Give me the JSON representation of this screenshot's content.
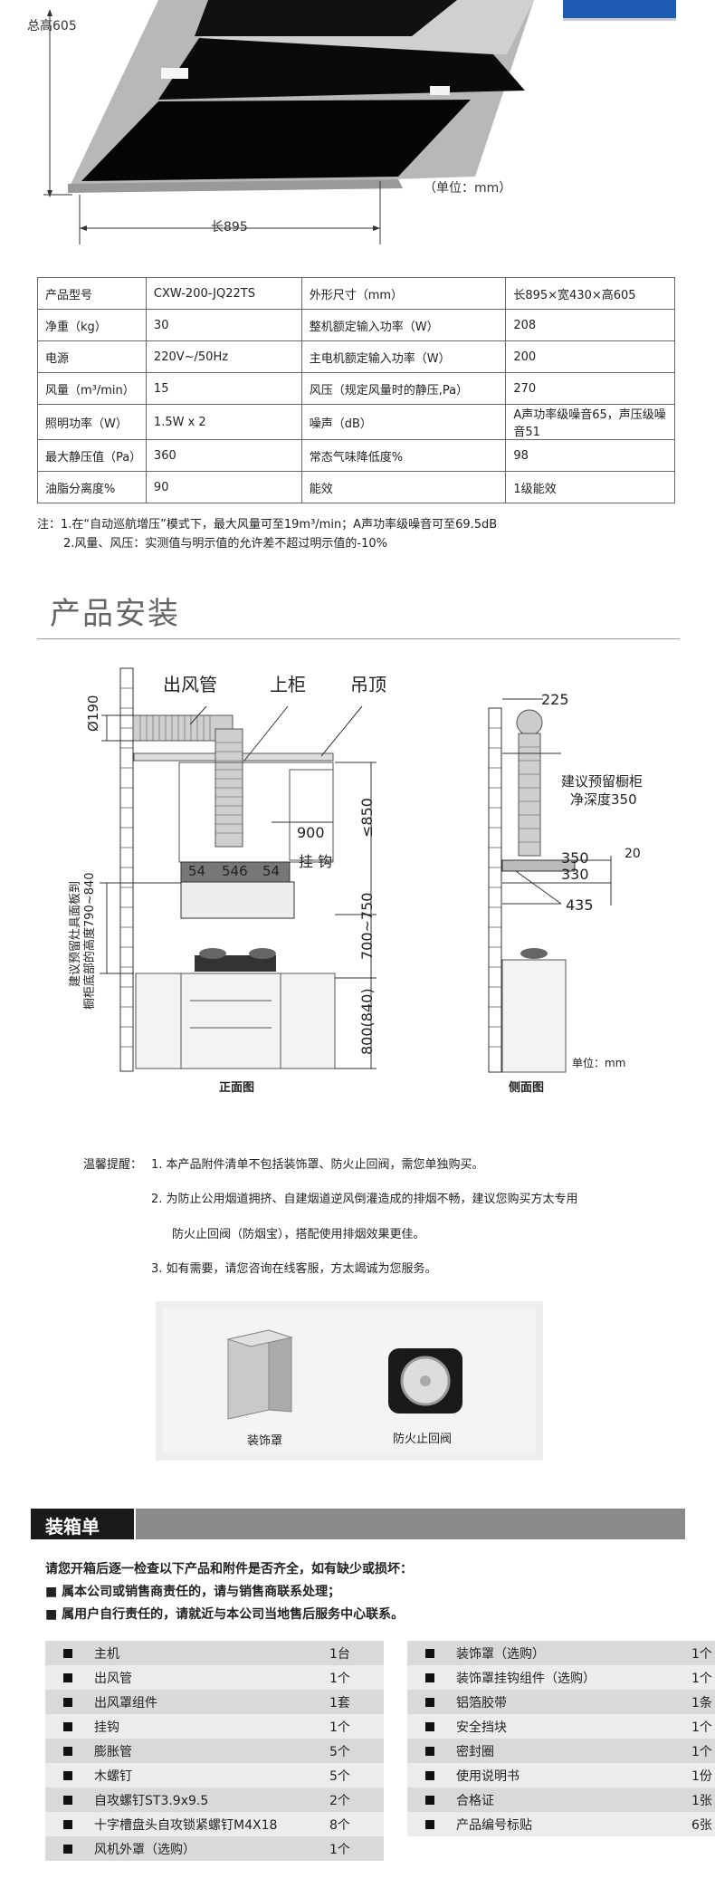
{
  "hero": {
    "total_height_label": "总高605",
    "length_label": "长895",
    "unit_label": "（单位：mm）"
  },
  "spec_table": [
    [
      "产品型号",
      "CXW-200-JQ22TS",
      "外形尺寸（mm）",
      "长895×宽430×高605"
    ],
    [
      "净重（kg）",
      "30",
      "整机额定输入功率（W）",
      "208"
    ],
    [
      "电源",
      "220V~/50Hz",
      "主电机额定输入功率（W）",
      "200"
    ],
    [
      "风量（m³/min）",
      "15",
      "风压（规定风量时的静压,Pa）",
      "270"
    ],
    [
      "照明功率（W）",
      "1.5W x 2",
      "噪声（dB）",
      "A声功率级噪音65，声压级噪音51"
    ],
    [
      "最大静压值（Pa）",
      "360",
      "常态气味降低度%",
      "98"
    ],
    [
      "油脂分离度%",
      "90",
      "能效",
      "1级能效"
    ]
  ],
  "notes": {
    "line1": "注：1.在“自动巡航增压”模式下，最大风量可至19m³/min；A声功率级噪音可至69.5dB",
    "line2": "2.风量、风压：实测值与明示值的允许差不超过明示值的-10%"
  },
  "install": {
    "title": "产品安装",
    "front": {
      "label_duct": "出风管",
      "label_cabinet": "上柜",
      "label_ceiling": "吊顶",
      "dia": "Ø190",
      "d900": "900",
      "hook": "挂 钩",
      "d54a": "54",
      "d546": "546",
      "d54b": "54",
      "le850": "≤850",
      "h700": "700~750",
      "h800": "800(840)",
      "side_note1": "建议预留灶具面板到",
      "side_note2": "橱柜底部的高度790~840",
      "caption": "正面图"
    },
    "side": {
      "d225": "225",
      "reserve1": "建议预留橱柜",
      "reserve2": "净深度350",
      "d350": "350",
      "d20": "20",
      "d330": "330",
      "d435": "435",
      "unit": "单位：mm",
      "caption": "侧面图"
    }
  },
  "tips": {
    "lead": "温馨提醒：",
    "t1": "1.  本产品附件清单不包括装饰罩、防火止回阀，需您单独购买。",
    "t2a": "2.  为防止公用烟道拥挤、自建烟道逆风倒灌造成的排烟不畅，建议您购买方太专用",
    "t2b": "防火止回阀（防烟宝），搭配使用排烟效果更佳。",
    "t3": "3.  如有需要，请您咨询在线客服，方太竭诚为您服务。"
  },
  "accessories": {
    "cover": "装饰罩",
    "valve": "防火止回阀"
  },
  "packing": {
    "title": "装箱单",
    "intro1": "请您开箱后逐一检查以下产品和附件是否齐全，如有缺少或损坏：",
    "intro2": "■ 属本公司或销售商责任的，请与销售商联系处理；",
    "intro3": "■ 属用户自行责任的，请就近与本公司当地售后服务中心联系。",
    "left": [
      {
        "name": "主机",
        "qty": "1台"
      },
      {
        "name": "出风管",
        "qty": "1个"
      },
      {
        "name": "出风罩组件",
        "qty": "1套"
      },
      {
        "name": "挂钩",
        "qty": "1个"
      },
      {
        "name": "膨胀管",
        "qty": "5个"
      },
      {
        "name": "木螺钉",
        "qty": "5个"
      },
      {
        "name": "自攻螺钉ST3.9x9.5",
        "qty": "2个"
      },
      {
        "name": "十字槽盘头自攻锁紧螺钉M4X18",
        "qty": "8个"
      },
      {
        "name": "风机外罩（选购）",
        "qty": "1个"
      }
    ],
    "right": [
      {
        "name": "装饰罩（选购）",
        "qty": "1个"
      },
      {
        "name": "装饰罩挂钩组件（选购）",
        "qty": "1个"
      },
      {
        "name": "铝箔胶带",
        "qty": "1条"
      },
      {
        "name": "安全挡块",
        "qty": "1个"
      },
      {
        "name": "密封圈",
        "qty": "1个"
      },
      {
        "name": "使用说明书",
        "qty": "1份"
      },
      {
        "name": "合格证",
        "qty": "1张"
      },
      {
        "name": "产品编号标贴",
        "qty": "6张"
      }
    ]
  }
}
